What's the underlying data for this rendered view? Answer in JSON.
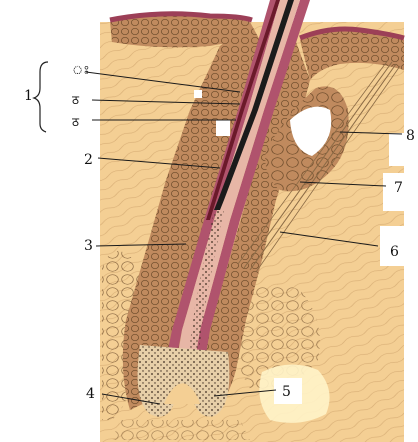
{
  "labels": {
    "group_1": "1",
    "sub_a": "ঃ",
    "sub_b": "ठ",
    "sub_c": "ठ",
    "l2": "2",
    "l3": "3",
    "l4": "4",
    "l5": "5",
    "l6": "6",
    "l7": "7",
    "l8": "8"
  },
  "colors": {
    "dermis": "#f4cf94",
    "epidermis": "#c08a5e",
    "stratum_corneum": "#9c3f57",
    "sheath": "#b0536d",
    "shaft": "#6b1a2a",
    "medulla": "#1b1b1b",
    "bulb_fill": "#e7cfa8",
    "white": "#ffffff"
  }
}
